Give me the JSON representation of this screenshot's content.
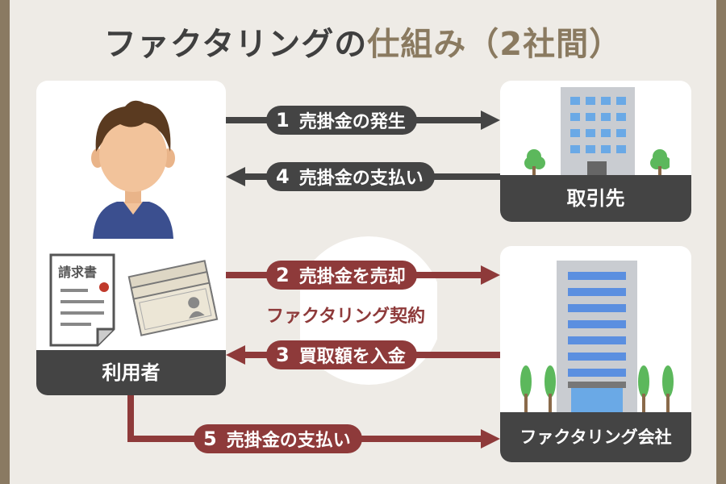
{
  "title": {
    "main": "ファクタリングの",
    "accent": "仕組み（2社間）"
  },
  "parties": {
    "user": "利用者",
    "client": "取引先",
    "company": "ファクタリング会社"
  },
  "invoice_label": "請求書",
  "contract_label": "ファクタリング契約",
  "steps": [
    {
      "num": "1",
      "label": "売掛金の発生"
    },
    {
      "num": "4",
      "label": "売掛金の支払い"
    },
    {
      "num": "2",
      "label": "売掛金を売却"
    },
    {
      "num": "3",
      "label": "買取額を入金"
    },
    {
      "num": "5",
      "label": "売掛金の支払い"
    }
  ],
  "colors": {
    "gray": "#444444",
    "red": "#8e3a3a",
    "accent": "#8a7a60",
    "background": "#eeebe6"
  }
}
